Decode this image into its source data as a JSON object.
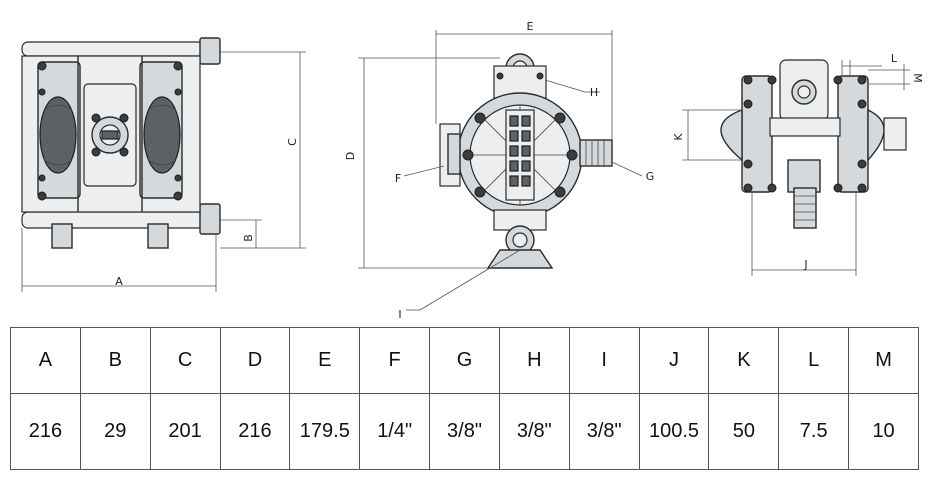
{
  "labels": {
    "a": "A",
    "b": "B",
    "c": "C",
    "d": "D",
    "e": "E",
    "f": "F",
    "g": "G",
    "h": "H",
    "i": "I",
    "j": "J",
    "k": "K",
    "l": "L",
    "m": "M"
  },
  "table": {
    "headers": [
      "A",
      "B",
      "C",
      "D",
      "E",
      "F",
      "G",
      "H",
      "I",
      "J",
      "K",
      "L",
      "M"
    ],
    "values": [
      "216",
      "29",
      "201",
      "216",
      "179.5",
      "1/4\"",
      "3/8\"",
      "3/8\"",
      "3/8\"",
      "100.5",
      "50",
      "7.5",
      "10"
    ]
  }
}
